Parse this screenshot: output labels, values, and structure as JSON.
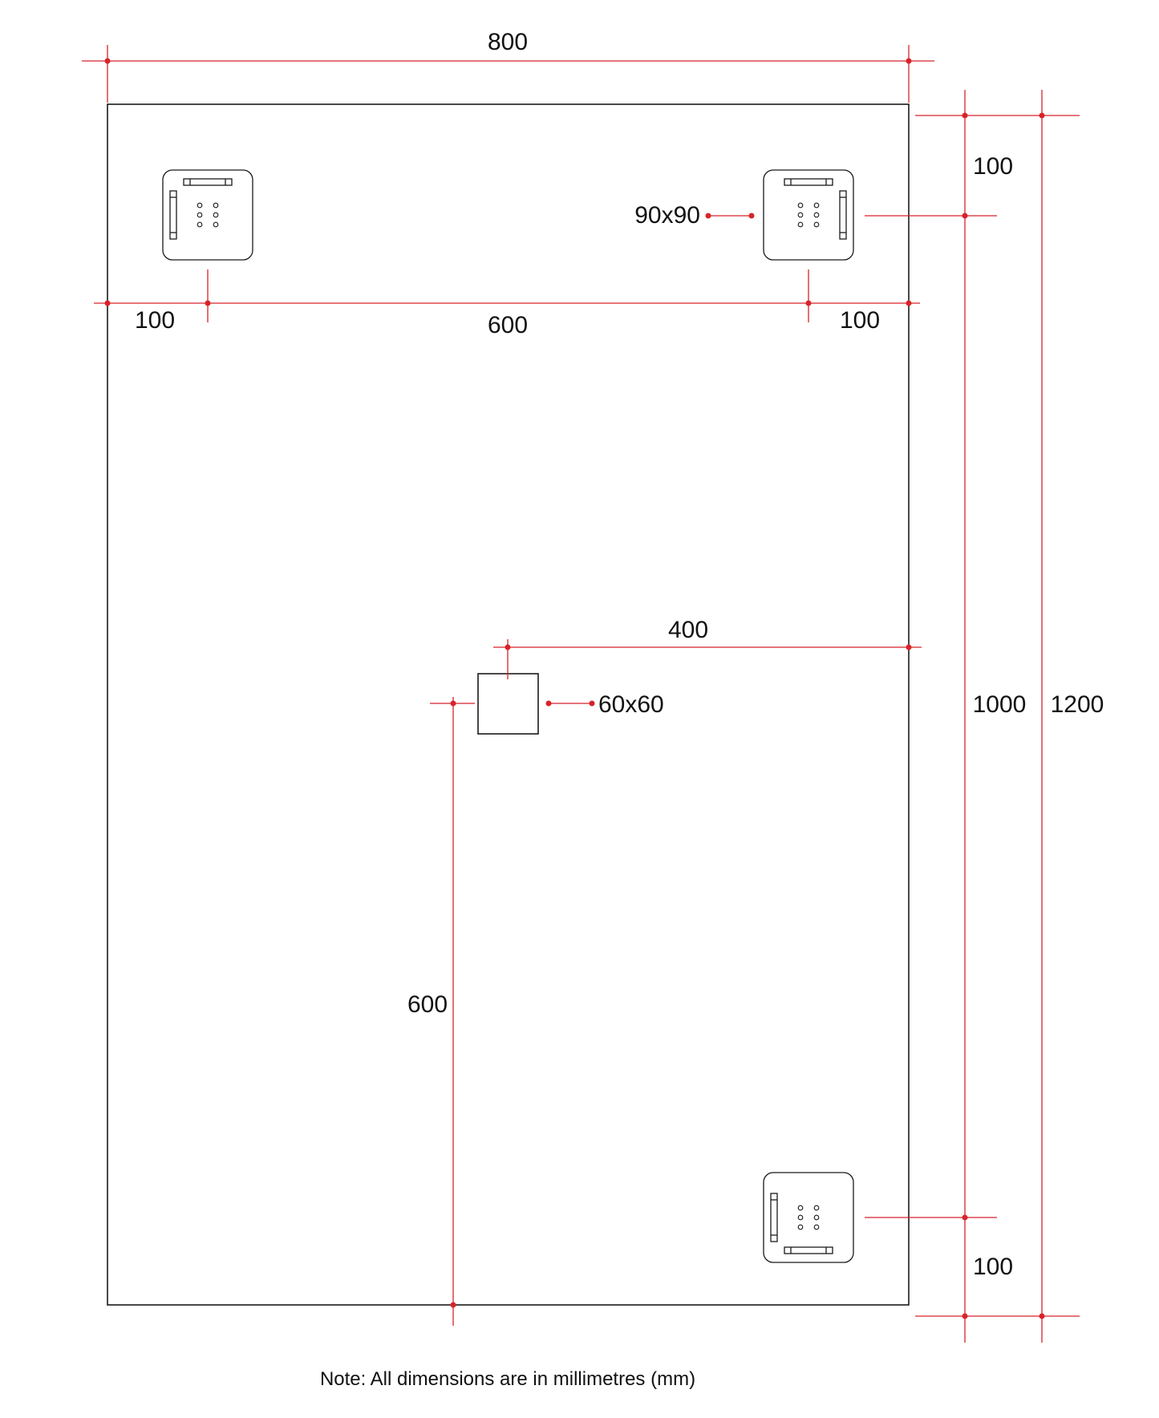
{
  "dimensions": {
    "overall_width": "800",
    "overall_height": "1200",
    "clip_span_height": "1000",
    "clip_top_offset": "100",
    "clip_bottom_offset": "100",
    "clip_left_offset": "100",
    "clip_spacing": "600",
    "clip_right_offset": "100",
    "clip_size": "90x90",
    "box_from_right": "400",
    "box_size": "60x60",
    "box_from_bottom": "600"
  },
  "note": "Note: All dimensions are in millimetres (mm)",
  "colors": {
    "dimension": "#d8232a",
    "outline": "#1a1a1a"
  },
  "icons": [
    "mounting-clip-icon",
    "junction-box-icon"
  ]
}
